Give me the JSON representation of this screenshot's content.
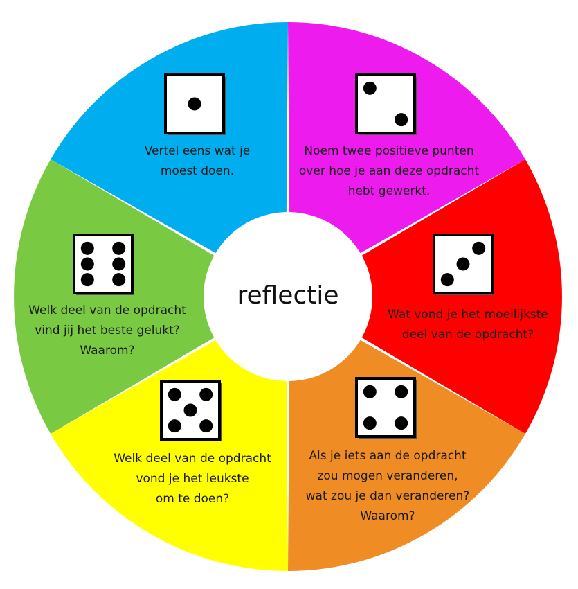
{
  "center": {
    "label": "reflectie",
    "color": "#ffffff"
  },
  "segments": [
    {
      "id": "blue",
      "color": "#00AEEF",
      "dice_value": 1,
      "lines": [
        "Vertel eens wat je",
        "moest doen."
      ]
    },
    {
      "id": "magenta",
      "color": "#EE1BEE",
      "dice_value": 2,
      "lines": [
        "Noem twee positieve punten",
        "over hoe je aan deze opdracht",
        "hebt gewerkt."
      ]
    },
    {
      "id": "red",
      "color": "#FF0000",
      "dice_value": 3,
      "lines": [
        "Wat vond je het moeilijkste",
        "deel van de opdracht?"
      ]
    },
    {
      "id": "orange",
      "color": "#F08C24",
      "dice_value": 4,
      "lines": [
        "Als je iets aan de opdracht",
        "zou mogen veranderen,",
        "wat zou je dan veranderen?",
        "Waarom?"
      ]
    },
    {
      "id": "yellow",
      "color": "#FFFF00",
      "dice_value": 5,
      "lines": [
        "Welk deel van de opdracht",
        "vond je het leukste",
        "om te doen?"
      ]
    },
    {
      "id": "green",
      "color": "#7AC943",
      "dice_value": 6,
      "lines": [
        "Welk deel van de opdracht",
        "vind jij het beste gelukt?",
        "Waarom?"
      ]
    }
  ]
}
